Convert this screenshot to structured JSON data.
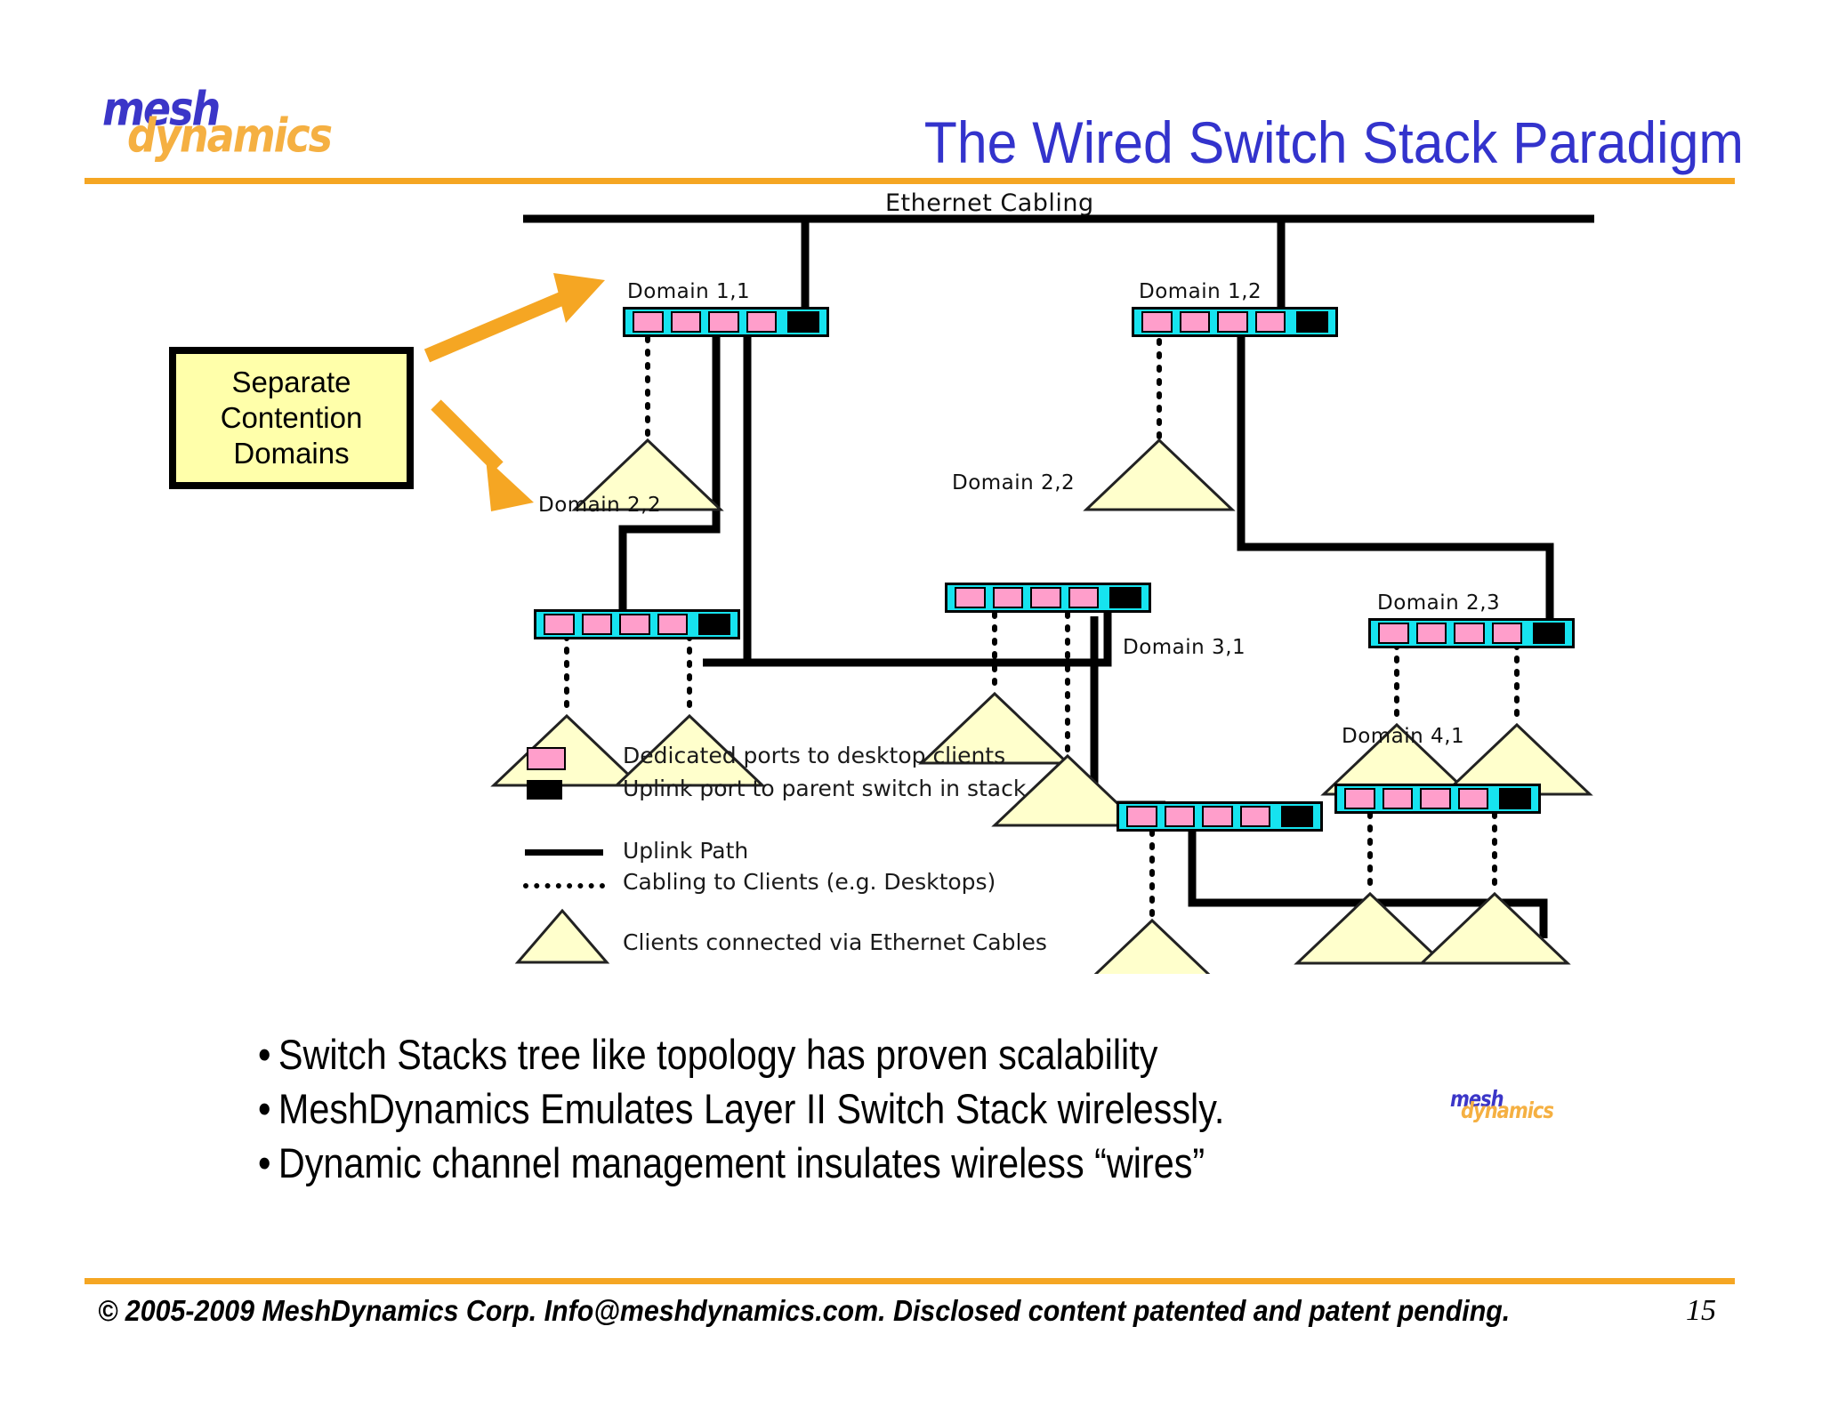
{
  "brand": {
    "logo_primary": "mesh",
    "logo_secondary": "dynamics"
  },
  "header": {
    "title": "The Wired Switch Stack Paradigm",
    "rule_color": "#f5a623"
  },
  "diagram": {
    "backbone_label": "Ethernet Cabling",
    "callout": {
      "line1": "Separate",
      "line2": "Contention",
      "line3": "Domains"
    },
    "switches": [
      {
        "id": "domain-1-1",
        "label": "Domain 1,1",
        "ports": 4,
        "uplink": 1
      },
      {
        "id": "domain-1-2",
        "label": "Domain 1,2",
        "ports": 4,
        "uplink": 1
      },
      {
        "id": "domain-2-3",
        "label": "Domain 2,3",
        "ports": 4,
        "uplink": 1
      },
      {
        "id": "domain-2-2-left",
        "label": "Domain 2,2",
        "ports": 4,
        "uplink": 1
      },
      {
        "id": "domain-2-2-center",
        "label": "Domain 2,2",
        "ports": 4,
        "uplink": 1
      },
      {
        "id": "domain-3-1",
        "label": "Domain 3,1",
        "ports": 4,
        "uplink": 1
      },
      {
        "id": "domain-4-1",
        "label": "Domain 4,1",
        "ports": 4,
        "uplink": 1
      }
    ],
    "legend": [
      {
        "key": "pink-port-swatch",
        "text": "Dedicated ports to desktop clients"
      },
      {
        "key": "black-port-swatch",
        "text": "Uplink port to parent switch in stack"
      },
      {
        "key": "solid-line-swatch",
        "text": "Uplink Path"
      },
      {
        "key": "dotted-line-swatch",
        "text": "Cabling to Clients (e.g. Desktops)"
      },
      {
        "key": "triangle-swatch",
        "text": "Clients connected via Ethernet Cables"
      }
    ],
    "colors": {
      "switch_body": "#16e3ef",
      "client_port": "#ff9ecb",
      "uplink_port": "#000000",
      "client_triangle": "#ffffcc",
      "callout_fill": "#ffffaa",
      "arrow": "#f5a623"
    }
  },
  "bullets": [
    "Switch Stacks tree like topology has proven scalability",
    "MeshDynamics Emulates Layer II Switch Stack wirelessly.",
    "Dynamic channel management insulates wireless “wires”"
  ],
  "footer": {
    "text": "© 2005-2009 MeshDynamics Corp.  Info@meshdynamics.com.  Disclosed content patented and patent pending.",
    "page_number": "15"
  }
}
